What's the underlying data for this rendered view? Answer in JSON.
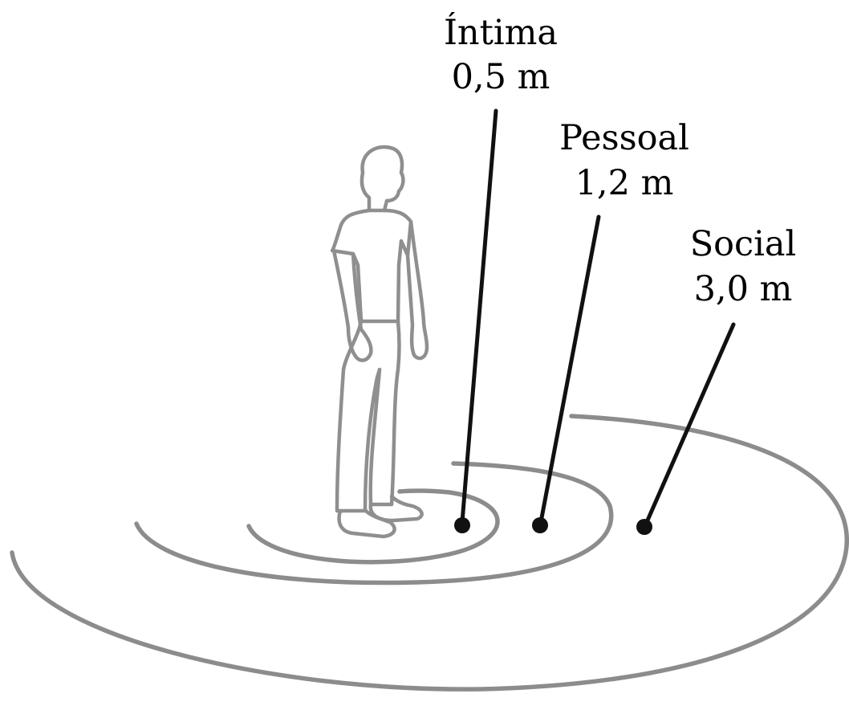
{
  "zones": [
    {
      "name": "Íntima",
      "distance": "0,5 m"
    },
    {
      "name": "Pessoal",
      "distance": "1,2 m"
    },
    {
      "name": "Social",
      "distance": "3,0 m"
    }
  ],
  "colors": {
    "rings": "#8c8c8c",
    "figure": "#8f8f8f",
    "leaders": "#111111",
    "text": "#000000"
  }
}
